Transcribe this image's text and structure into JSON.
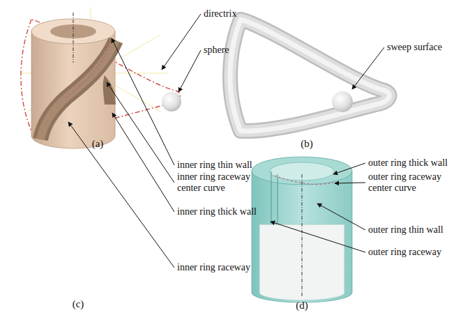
{
  "diagram": {
    "labels": [
      "directrix",
      "sphere",
      "(a)",
      "sweep surface",
      "(b)",
      "inner ring thin wall",
      "inner ring raceway center curve",
      "inner ring thick wall",
      "inner ring raceway",
      "(c)",
      "outer ring thick wall",
      "outer ring raceway center curve",
      "outer ring thin wall",
      "outer ring raceway",
      "(d)"
    ]
  }
}
